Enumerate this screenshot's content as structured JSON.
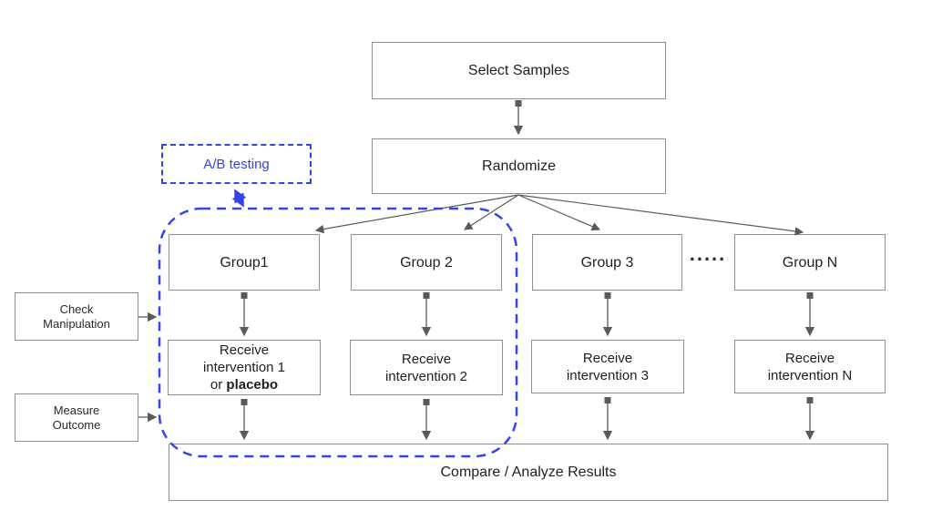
{
  "diagram": {
    "colors": {
      "accent_blue": "#3344ee",
      "box_border": "#8f8f8f",
      "arrow_gray": "#5a5a5a",
      "text": "#1f1f1f"
    },
    "annotation_label": {
      "text": "A/B testing"
    },
    "side_notes": [
      {
        "line1": "Check",
        "line2": "Manipulation"
      },
      {
        "line1": "Measure",
        "line2": "Outcome"
      }
    ],
    "flow": {
      "select_samples": "Select Samples",
      "randomize": "Randomize",
      "groups": [
        {
          "label": "Group1"
        },
        {
          "label": "Group 2"
        },
        {
          "label": "Group 3"
        },
        {
          "label": "Group N"
        }
      ],
      "ellipsis": ".....",
      "interventions": [
        {
          "line1": "Receive",
          "line2": "intervention 1",
          "line3_prefix": "or ",
          "line3_bold": "placebo"
        },
        {
          "line1": "Receive",
          "line2": "intervention 2"
        },
        {
          "line1": "Receive",
          "line2": "intervention 3"
        },
        {
          "line1": "Receive",
          "line2": "intervention N"
        }
      ],
      "compare": "Compare / Analyze Results"
    }
  }
}
